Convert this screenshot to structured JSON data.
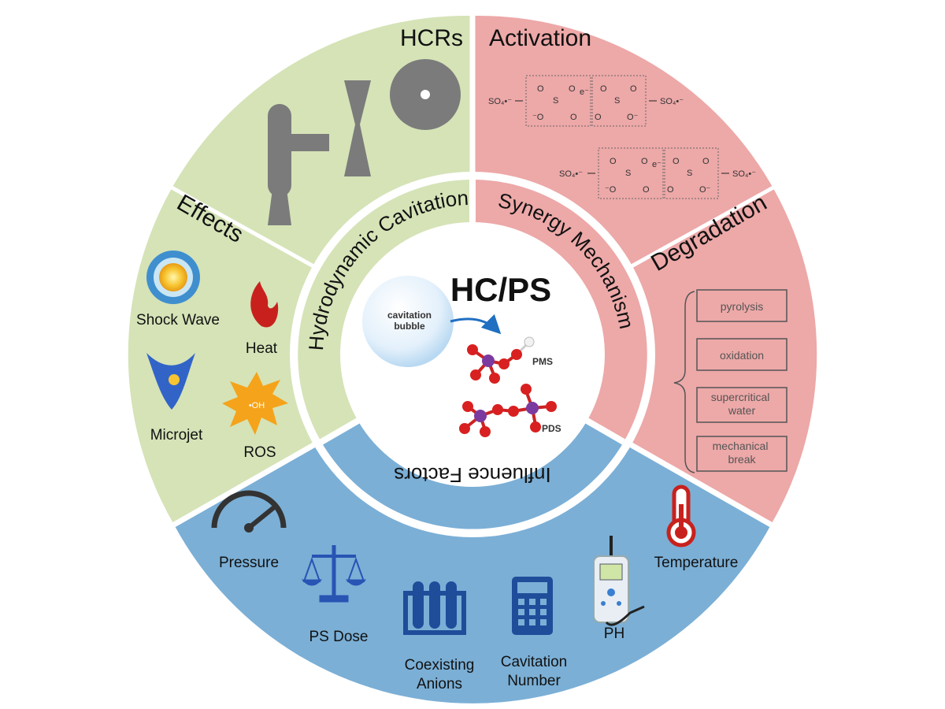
{
  "center": {
    "title": "HC/PS",
    "bubble_label_1": "cavitation",
    "bubble_label_2": "bubble",
    "pms": "PMS",
    "pds": "PDS"
  },
  "inner_ring": {
    "hydrodynamic": "Hydrodynamic Cavitation",
    "synergy": "Synergy Mechanism",
    "influence": "Influence Factors"
  },
  "outer": {
    "hcrs": "HCRs",
    "activation": "Activation",
    "effects": "Effects",
    "degradation": "Degradation"
  },
  "activation": {
    "so4_radical": "SO₄•⁻",
    "electron": "e⁻",
    "o": "O",
    "s": "S",
    "o_minus": "⁻O",
    "o_minus_right": "O⁻"
  },
  "effects": {
    "shock_wave": "Shock Wave",
    "heat": "Heat",
    "microjet": "Microjet",
    "ros": "ROS",
    "oh": "•OH"
  },
  "degradation": {
    "items": [
      "pyrolysis",
      "oxidation",
      "supercritical water",
      "mechanical break"
    ]
  },
  "influence": {
    "pressure": "Pressure",
    "ps_dose": "PS Dose",
    "coexisting_anions": [
      "Coexisting",
      "Anions"
    ],
    "cavitation_number": [
      "Cavitation",
      "Number"
    ],
    "ph": "PH",
    "temperature": "Temperature"
  },
  "colors": {
    "green": "#d5e3b7",
    "pink": "#eda8a8",
    "blue": "#7bafd6",
    "icon_blue": "#1f4d9a",
    "gray": "#7b7b7b"
  }
}
